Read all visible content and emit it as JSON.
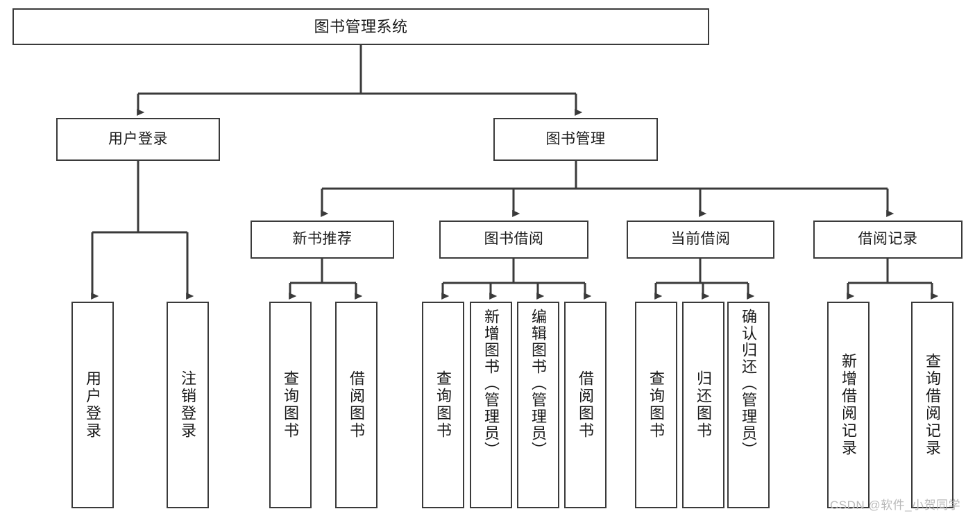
{
  "diagram": {
    "title": "图书管理系统",
    "watermark": "CSDN @软件_小贺同学",
    "line_color": "#3a3a3a",
    "box_fill": "#ffffff",
    "text_color": "#1a1a1a",
    "watermark_color": "#b9b9b9"
  },
  "chart_data": {
    "type": "tree",
    "title": "图书管理系统",
    "orientation": "top-down",
    "root": {
      "label": "图书管理系统",
      "children": [
        {
          "label": "用户登录",
          "children": [
            {
              "label": "用户登录"
            },
            {
              "label": "注销登录"
            }
          ]
        },
        {
          "label": "图书管理",
          "children": [
            {
              "label": "新书推荐",
              "children": [
                {
                  "label": "查询图书"
                },
                {
                  "label": "借阅图书"
                }
              ]
            },
            {
              "label": "图书借阅",
              "children": [
                {
                  "label": "查询图书"
                },
                {
                  "label": "新增图书（管理员）"
                },
                {
                  "label": "编辑图书（管理员）"
                },
                {
                  "label": "借阅图书"
                }
              ]
            },
            {
              "label": "当前借阅",
              "children": [
                {
                  "label": "查询图书"
                },
                {
                  "label": "归还图书"
                },
                {
                  "label": "确认归还（管理员）"
                }
              ]
            },
            {
              "label": "借阅记录",
              "children": [
                {
                  "label": "新增借阅记录"
                },
                {
                  "label": "查询借阅记录"
                }
              ]
            }
          ]
        }
      ]
    }
  },
  "nodes": {
    "root": "图书管理系统",
    "level2": {
      "user_login": "用户登录",
      "book_manage": "图书管理"
    },
    "level3": {
      "new_book_rec": "新书推荐",
      "book_borrow": "图书借阅",
      "current_borrow": "当前借阅",
      "borrow_record": "借阅记录"
    },
    "leaves": {
      "login_1": "用户登录",
      "login_2": "注销登录",
      "rec_1": "查询图书",
      "rec_2": "借阅图书",
      "borrow_1": "查询图书",
      "borrow_2": "新增图书（管理员）",
      "borrow_3": "编辑图书（管理员）",
      "borrow_4": "借阅图书",
      "cur_1": "查询图书",
      "cur_2": "归还图书",
      "cur_3": "确认归还（管理员）",
      "rmd_1": "新增借阅记录",
      "rmd_2": "查询借阅记录"
    }
  }
}
